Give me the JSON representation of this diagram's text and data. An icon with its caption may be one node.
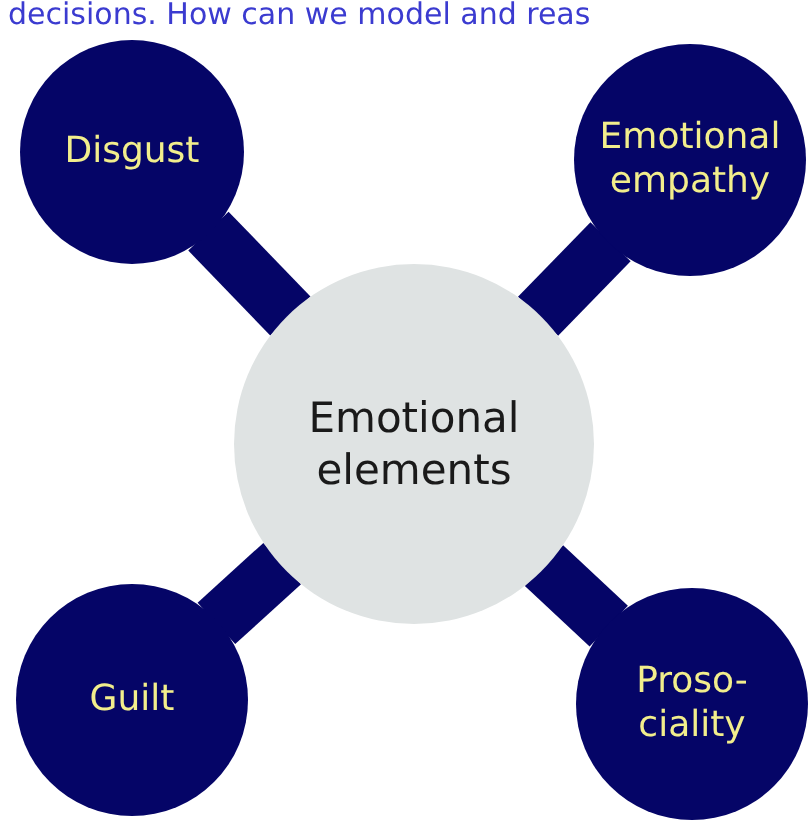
{
  "diagram": {
    "nodes": [
      {
        "text": [
          "Emotional elements"
        ]
      },
      {
        "text": [
          "Disgust"
        ]
      },
      {
        "text": [
          "Emotional empathy"
        ]
      },
      {
        "text": [
          "Guilt"
        ]
      },
      {
        "text": [
          "Proso- ciality"
        ]
      }
    ],
    "edges": [
      {
        "from": 0,
        "to": 1,
        "arrow": "none"
      },
      {
        "from": 0,
        "to": 2,
        "arrow": "none"
      },
      {
        "from": 0,
        "to": 3,
        "arrow": "none"
      },
      {
        "from": 0,
        "to": 4,
        "arrow": "none"
      }
    ],
    "labels": [
      "decisions. How can we model and reas"
    ]
  }
}
